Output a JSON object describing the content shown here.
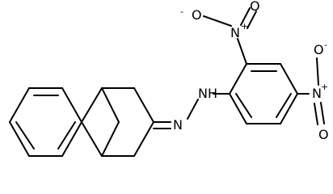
{
  "molecule": {
    "atoms": {
      "hydrazone_n_left": "N",
      "hydrazone_nh": "NH",
      "nitro_top_n": "N",
      "nitro_top_o_left": "O",
      "nitro_top_o_left_charge": "-",
      "nitro_top_n_charge": "+",
      "nitro_top_o_double": "O",
      "nitro_right_n": "N",
      "nitro_right_n_charge": "+",
      "nitro_right_o_top": "O",
      "nitro_right_o_top_charge": "-",
      "nitro_right_o_bottom": "O"
    }
  }
}
